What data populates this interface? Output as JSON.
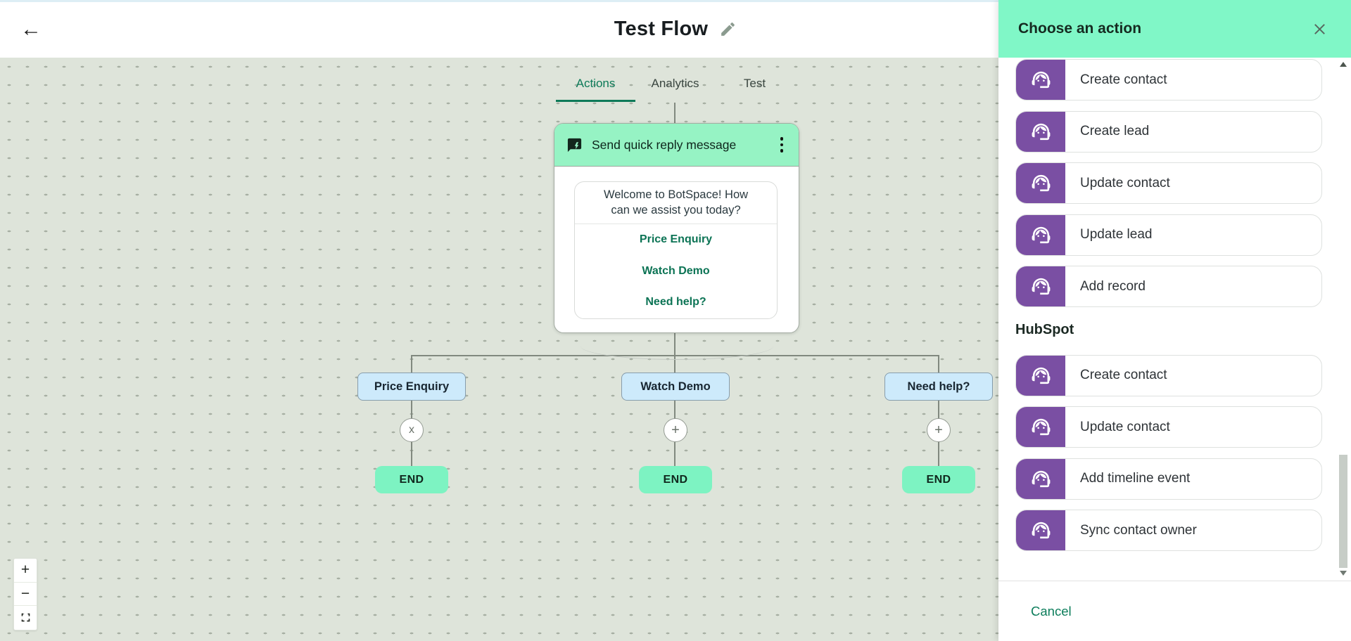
{
  "header": {
    "title": "Test Flow"
  },
  "tabs": {
    "actions": "Actions",
    "analytics": "Analytics",
    "test": "Test",
    "active_tab": "Actions"
  },
  "flow": {
    "node_title": "Send quick reply message",
    "message": "Welcome to BotSpace! How can we assist you today?",
    "options": [
      "Price Enquiry",
      "Watch Demo",
      "Need help?"
    ],
    "branches": [
      {
        "label": "Price Enquiry",
        "connector_symbol": "x",
        "end": "END"
      },
      {
        "label": "Watch Demo",
        "connector_symbol": "+",
        "end": "END"
      },
      {
        "label": "Need help?",
        "connector_symbol": "+",
        "end": "END"
      }
    ]
  },
  "zoom_controls": {
    "zoom_in": "+",
    "zoom_out": "−"
  },
  "panel": {
    "title": "Choose an action",
    "sections": [
      {
        "items": [
          "Create contact",
          "Create lead",
          "Update contact",
          "Update lead",
          "Add record"
        ]
      },
      {
        "heading": "HubSpot",
        "items": [
          "Create contact",
          "Update contact",
          "Add timeline event",
          "Sync contact owner"
        ]
      }
    ],
    "cancel_label": "Cancel"
  },
  "colors": {
    "panel_header_mint": "#80f7c7",
    "node_header_mint": "#96f3c4",
    "end_node_mint": "#7df3c2",
    "accent_teal": "#0c7a58",
    "integration_purple": "#7a4fa3",
    "branch_blue": "#cdeafb",
    "canvas_sage": "#dee4da"
  }
}
